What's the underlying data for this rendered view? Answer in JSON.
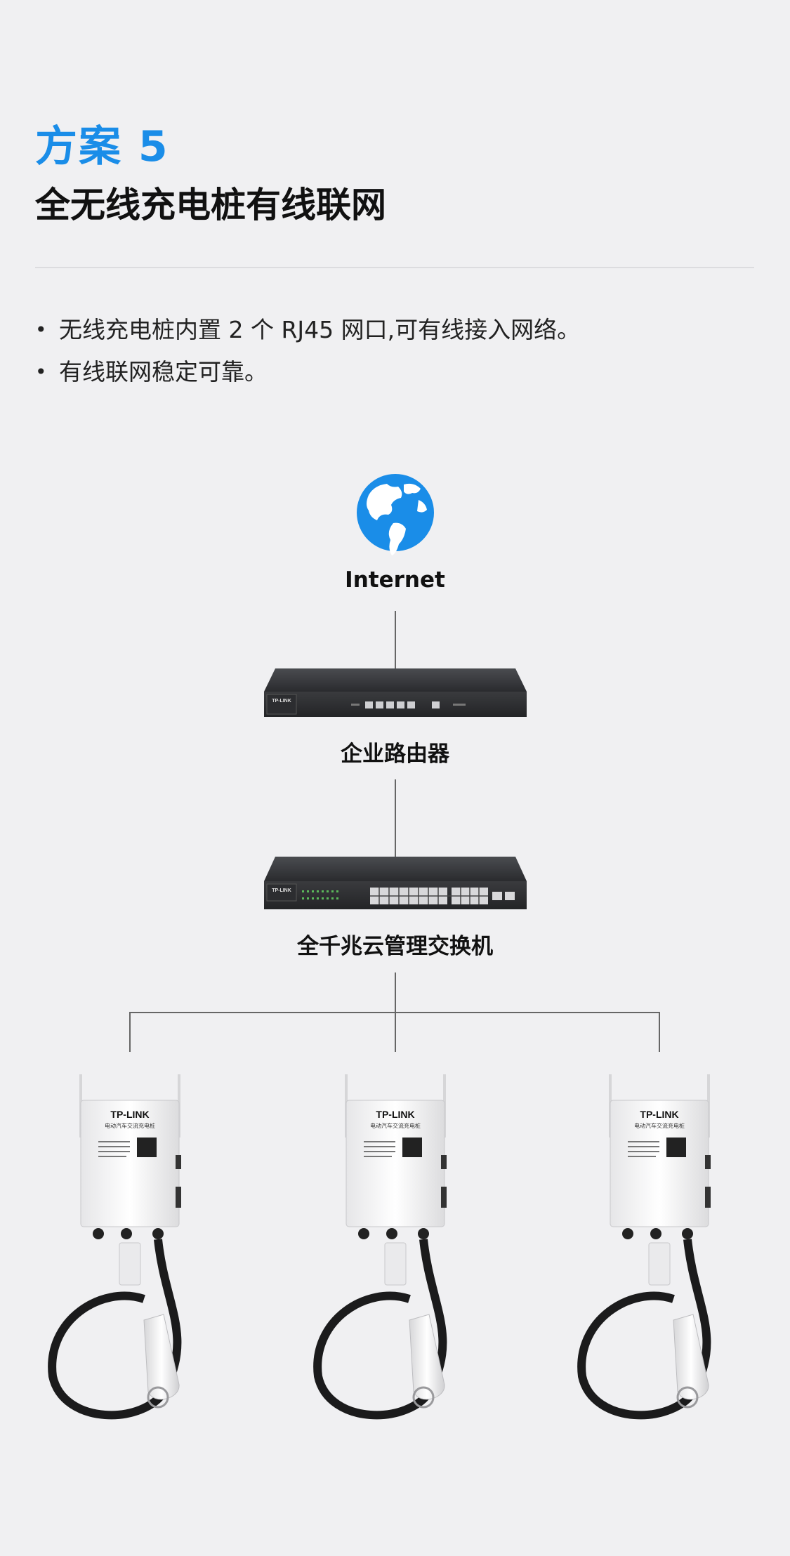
{
  "header": {
    "scheme_label": "方案 5",
    "title": "全无线充电桩有线联网"
  },
  "bullets": [
    "无线充电桩内置 2 个 RJ45 网口,可有线接入网络。",
    "有线联网稳定可靠。"
  ],
  "diagram": {
    "internet_label": "Internet",
    "router_label": "企业路由器",
    "switch_label": "全千兆云管理交换机",
    "device_brand": "TP-LINK",
    "router_brand": "TP-LINK",
    "switch_brand": "TP-LINK",
    "charger_brand": "TP-LINK",
    "charger_subtitle": "电动汽车交流充电桩",
    "charger_count": 3
  },
  "colors": {
    "accent": "#1a8de8",
    "globe": "#1a8de8",
    "line": "#666666",
    "background": "#f0f0f2"
  }
}
